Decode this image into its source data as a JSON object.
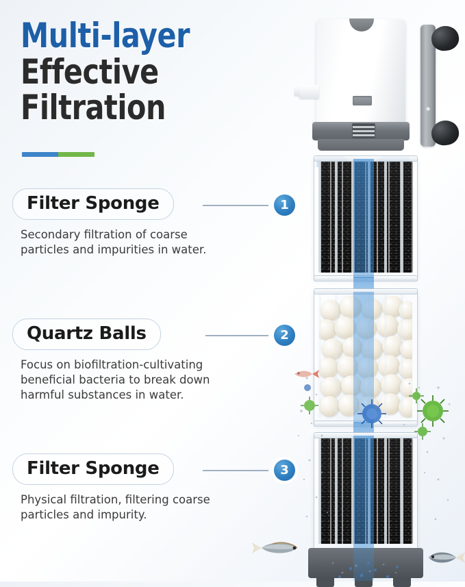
{
  "title": {
    "line1": "Multi-layer",
    "line2": "Effective",
    "line3": "Filtration",
    "line1_color": "#1d5fa8",
    "line2_color": "#2b2b2b",
    "accent_colors": [
      "#3d85c8",
      "#72b749"
    ]
  },
  "steps": [
    {
      "number": "1",
      "label": "Filter Sponge",
      "description": "Secondary filtration of coarse\nparticles and impurities in water."
    },
    {
      "number": "2",
      "label": "Quartz Balls",
      "description": "Focus on biofiltration-cultivating\nbeneficial bacteria to break down\nharmful substances in water."
    },
    {
      "number": "3",
      "label": "Filter Sponge",
      "description": "Physical filtration, filtering coarse\nparticles and impurity."
    }
  ],
  "product": {
    "pump_head": "aquarium-pump-head",
    "mount_bracket": "suction-cup-bracket",
    "suction_cups": 2,
    "outlet_nozzle": "water-outlet-nozzle",
    "chambers": [
      {
        "name": "filter-sponge-chamber-top",
        "media": "black-filter-sponge"
      },
      {
        "name": "quartz-ball-chamber",
        "media": "quartz-balls"
      },
      {
        "name": "filter-sponge-chamber-bottom",
        "media": "black-filter-sponge"
      }
    ],
    "base": "filter-base-stand",
    "water_flow": "blue-upward-water-flow"
  },
  "decorations": {
    "badge_accent": "#2f7fc1",
    "germ_green": "#5cb335",
    "germ_blue": "#2f6fc4",
    "fish_left": "silver-fish",
    "fish_right": "orange-fish",
    "fish_small": "red-fish-tail"
  }
}
